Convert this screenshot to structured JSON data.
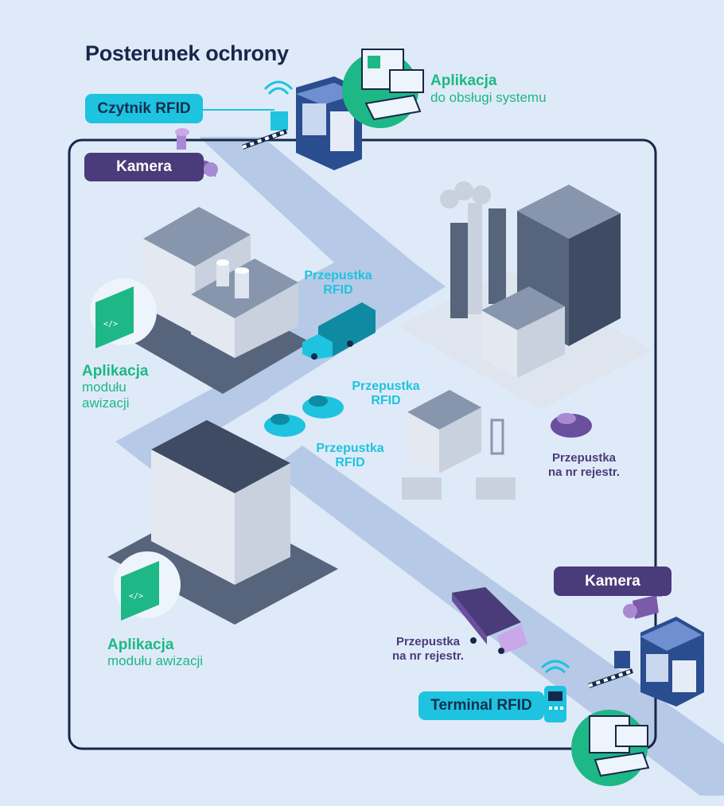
{
  "title": "Posterunek ochrony",
  "labels": {
    "rfid_reader": "Czytnik RFID",
    "camera_top": "Kamera",
    "camera_bottom": "Kamera",
    "rfid_terminal": "Terminal RFID",
    "app_system_title": "Aplikacja",
    "app_system_sub": "do obsługi systemu",
    "app_left_title": "Aplikacja",
    "app_left_sub1": "modułu",
    "app_left_sub2": "awizacji",
    "app_bottom_title": "Aplikacja",
    "app_bottom_sub": "modułu awizacji",
    "pass_rfid_1a": "Przepustka",
    "pass_rfid_1b": "RFID",
    "pass_rfid_2a": "Przepustka",
    "pass_rfid_2b": "RFID",
    "pass_rfid_3a": "Przepustka",
    "pass_rfid_3b": "RFID",
    "pass_plate_1a": "Przepustka",
    "pass_plate_1b": "na nr rejestr.",
    "pass_plate_2a": "Przepustka",
    "pass_plate_2b": "na nr rejestr."
  },
  "colors": {
    "background": "#dfeaf8",
    "road": "#b6c9e6",
    "frame": "#16284a",
    "cyan": "#1ec3e0",
    "purple": "#4a3b7a",
    "green": "#1db886",
    "building_light": "#c9d1de",
    "building_dark": "#56647c"
  },
  "icons": [
    "rfid-reader-icon",
    "camera-icon",
    "security-booth-icon",
    "monitor-icon",
    "truck-icon",
    "car-icon",
    "factory-icon",
    "warehouse-icon",
    "office-building-icon",
    "app-window-icon",
    "rfid-terminal-icon",
    "wifi-icon"
  ]
}
